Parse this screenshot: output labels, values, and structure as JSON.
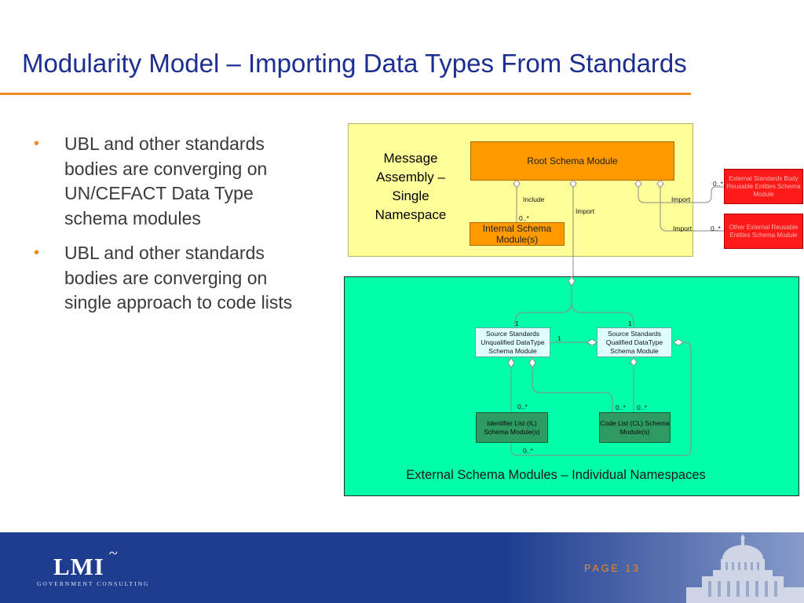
{
  "slide": {
    "title": "Modularity Model – Importing Data Types From Standards",
    "bullets": [
      "UBL and other standards bodies are converging on UN/CEFACT Data Type schema modules",
      "UBL and other standards bodies are converging on single approach to code lists"
    ],
    "bullet_glyph": "•"
  },
  "diagram": {
    "message_assembly_label": "Message Assembly – Single Namespace",
    "root_schema_module": "Root Schema Module",
    "internal_schema_module": "Internal Schema Module(s)",
    "external_standards_module": "External Standards Body Reusable Entities Schema Module",
    "other_external_module": "Other External Reusable Entities Schema Module",
    "source_unqualified_module": "Source Standards Unqualified DataType Schema Module",
    "source_qualified_module": "Source Standards Qualified DataType Schema Module",
    "identifier_list_module": "Identifier List (IL) Schema Module(s)",
    "code_list_module": "Code List (CL) Schema Module(s)",
    "labels": {
      "include": "Include",
      "import_center": "Import",
      "import_ext": "Import",
      "import_other": "Import",
      "mult_internal": "0..*",
      "mult_ext": "0..*",
      "mult_other": "0..*",
      "mult_unq_top": "1",
      "mult_q_top": "1",
      "mult_mid": "1",
      "mult_il_top": "0..*",
      "mult_cl_left": "0..*",
      "mult_cl_right": "0..*",
      "mult_bottom": "0..*"
    },
    "external_caption": "External Schema Modules – Individual Namespaces",
    "colors": {
      "message_assembly_bg": "#ffff99",
      "external_bg": "#00ffa8",
      "root_module": "#ff9900",
      "external_module": "#ff1a1a",
      "datatype_module": "#dfffff",
      "list_module": "#2e9a62"
    }
  },
  "footer": {
    "logo_text": "LMI",
    "logo_mark": "~",
    "logo_subtitle": "GOVERNMENT CONSULTING",
    "page_label": "PAGE 13"
  }
}
